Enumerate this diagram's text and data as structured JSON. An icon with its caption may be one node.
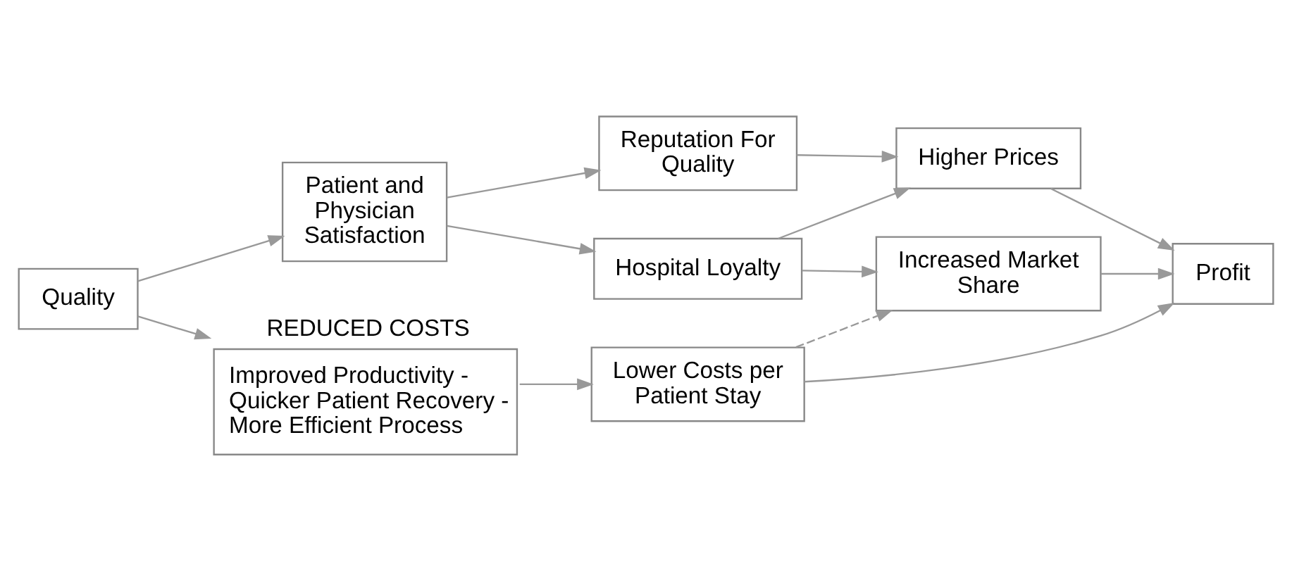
{
  "diagram": {
    "nodes": [
      {
        "text": [
          "Quality"
        ]
      },
      {
        "text": [
          "Patient and Physician Satisfaction"
        ]
      },
      {
        "text": [
          "Hospital Loyalty"
        ]
      },
      {
        "text": [
          "Reputation For Quality"
        ]
      },
      {
        "text": [
          "Increased Market Share"
        ]
      },
      {
        "text": [
          "Higher Prices"
        ]
      },
      {
        "text": [
          "Profit"
        ]
      },
      {
        "text": [
          "REDUCED COSTS",
          "Improved Productivity - Quicker Patient Recovery - More Efficient Process"
        ]
      },
      {
        "text": [
          "Lower Costs per Patient Stay"
        ]
      }
    ],
    "edges": [
      {
        "from": 0,
        "to": 1,
        "arrow": "to"
      },
      {
        "from": 0,
        "to": 7,
        "arrow": "to"
      },
      {
        "from": 1,
        "to": 2,
        "arrow": "to"
      },
      {
        "from": 1,
        "to": 3,
        "arrow": "to"
      },
      {
        "from": 2,
        "to": 4,
        "arrow": "to"
      },
      {
        "from": 2,
        "to": 5,
        "arrow": "to"
      },
      {
        "from": 3,
        "to": 5,
        "arrow": "to"
      },
      {
        "from": 8,
        "to": 4,
        "arrow": "to",
        "style": "dashed"
      },
      {
        "from": 7,
        "to": 8,
        "arrow": "to"
      },
      {
        "from": 4,
        "to": 6,
        "arrow": "to"
      },
      {
        "from": 5,
        "to": 6,
        "arrow": "to"
      },
      {
        "from": 8,
        "to": 6,
        "arrow": "to"
      }
    ]
  }
}
